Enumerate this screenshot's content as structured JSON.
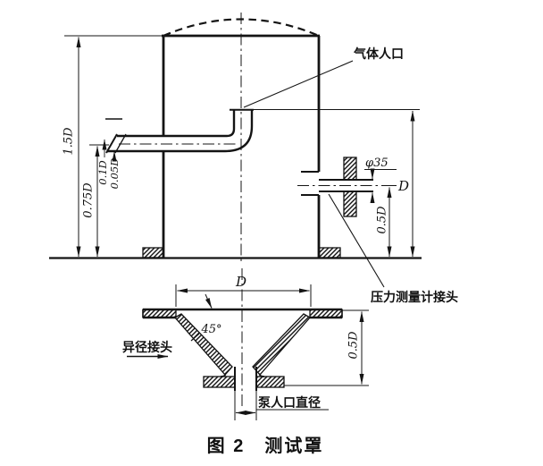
{
  "figure": {
    "caption": "图 2　测试罩",
    "labels": {
      "gas_inlet": "气体人口",
      "pressure_gauge_connector": "压力测量计接头",
      "reducer_connector": "异径接头",
      "pump_inlet_diameter": "泵人口直径",
      "port_bore": "φ35",
      "overall_height": "1.5D",
      "inlet_pipe_height": "0.75D",
      "inlet_pipe_dia": "0.1D",
      "inlet_pipe_offset": "0.05D",
      "vessel_dia": "D",
      "port_height": "0.5D",
      "funnel_dia": "D",
      "cone_angle": "45°",
      "funnel_height": "0.5D"
    },
    "colors": {
      "ink": "#141414",
      "paper": "#ffffff"
    }
  }
}
